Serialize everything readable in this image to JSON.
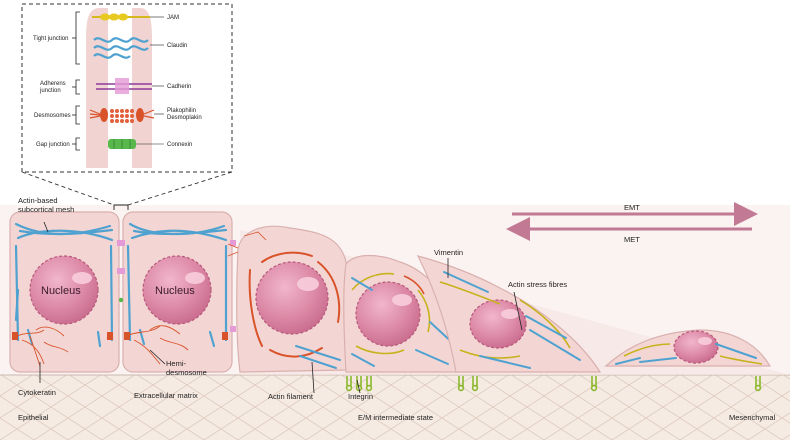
{
  "inset": {
    "tight_junction": "Tight junction",
    "adherens_junction_line1": "Adherens",
    "adherens_junction_line2": "junction",
    "desmosomes": "Desmosomes",
    "gap_junction": "Gap junction",
    "jam": "JAM",
    "claudin": "Claudin",
    "cadherin": "Cadherin",
    "plakophilin": "Plakophilin",
    "desmoplakin": "Desmoplakin",
    "connexin": "Connexin"
  },
  "labels": {
    "actin_mesh_line1": "Actin-based",
    "actin_mesh_line2": "subcortical mesh",
    "nucleus_1": "Nucleus",
    "nucleus_2": "Nucleus",
    "cytokeratin": "Cytokeratin",
    "hemidesmosome_line1": "Hemi-",
    "hemidesmosome_line2": "desmosome",
    "epithelial": "Epithelial",
    "extracellular_matrix": "Extracellular matrix",
    "actin_filament": "Actin filament",
    "integrin": "Integrin",
    "em_state": "E/M intermediate state",
    "mesenchymal": "Mesenchymal",
    "vimentin": "Vimentin",
    "actin_stress_fibres": "Actin stress fibres",
    "emt": "EMT",
    "met": "MET"
  },
  "colors": {
    "cell_fill": "#f3d6d4",
    "cell_stroke": "#d9b0ae",
    "nucleus_fill": "#d47a9a",
    "actin": "#4fa2d0",
    "keratin": "#d9532a",
    "vimentin": "#c6b21a",
    "arrow": "#c27a94",
    "ecm_bg": "#f6ebe3"
  }
}
